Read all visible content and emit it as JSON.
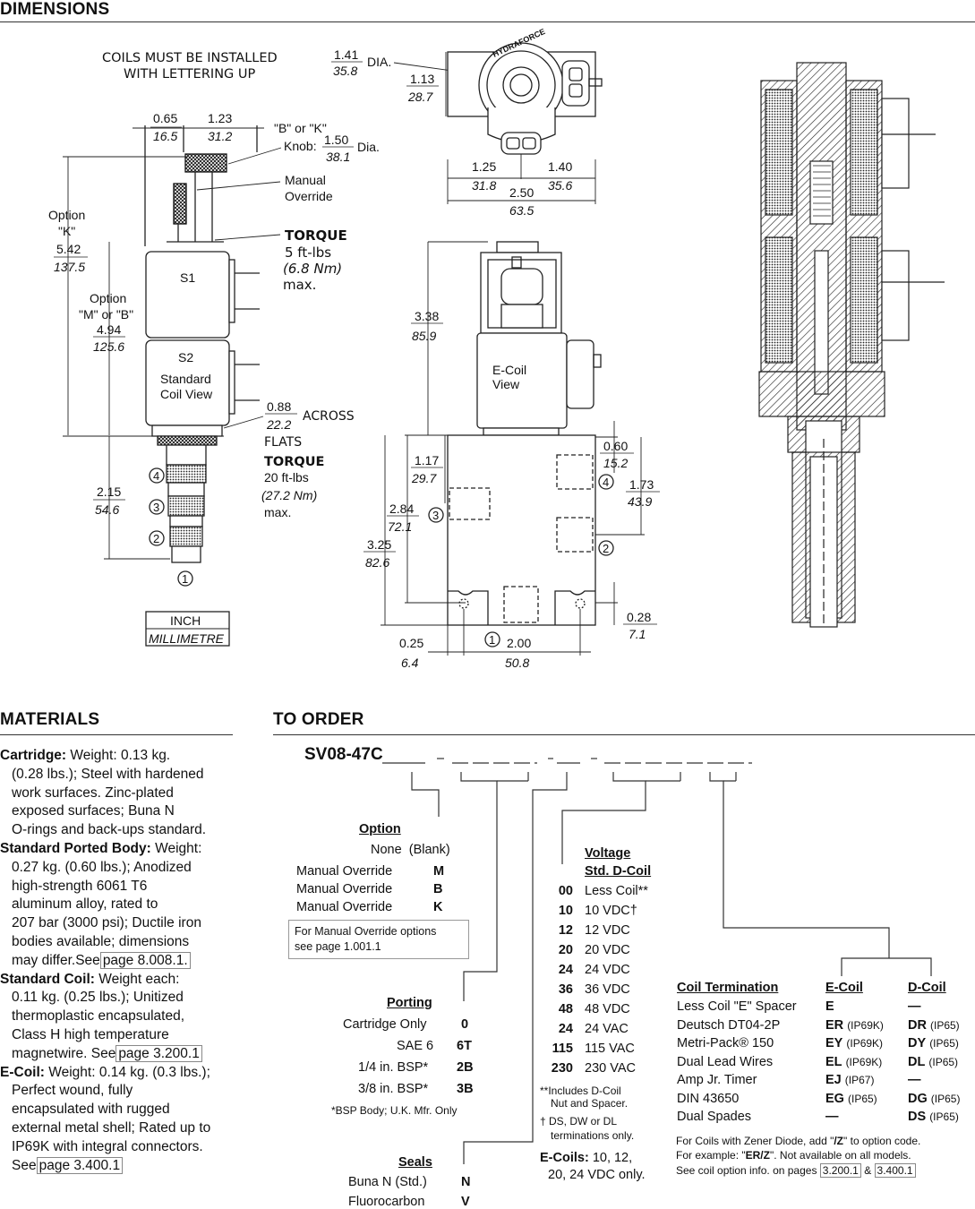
{
  "headers": {
    "dimensions": "DIMENSIONS",
    "materials": "MATERIALS",
    "to_order": "TO ORDER"
  },
  "drawing": {
    "coil_note_1": "COILS MUST BE INSTALLED",
    "coil_note_2": "WITH LETTERING UP",
    "d065_in": "0.65",
    "d065_mm": "16.5",
    "d123_in": "1.23",
    "d123_mm": "31.2",
    "knob_label_1": "\"B\" or \"K\"",
    "knob_label_2": "Knob:",
    "knob_in": "1.50",
    "knob_mm": "38.1",
    "knob_dia": "Dia.",
    "manual_override_1": "Manual",
    "manual_override_2": "Override",
    "option_k_1": "Option",
    "option_k_2": "\"K\"",
    "option_k_in": "5.42",
    "option_k_mm": "137.5",
    "torque1_title": "TORQUE",
    "torque1_val": "5 ft-lbs",
    "torque1_nm": "(6.8 Nm)",
    "torque1_max": "max.",
    "option_mb_1": "Option",
    "option_mb_2": "\"M\" or \"B\"",
    "option_mb_in": "4.94",
    "option_mb_mm": "125.6",
    "s1": "S1",
    "s2": "S2",
    "std_coil_1": "Standard",
    "std_coil_2": "Coil View",
    "flats_in": "0.88",
    "flats_mm": "22.2",
    "flats_across": "ACROSS",
    "flats_word": "FLATS",
    "torque2_title": "TORQUE",
    "torque2_val": "20 ft-lbs",
    "torque2_nm": "(27.2 Nm)",
    "torque2_max": "max.",
    "d215_in": "2.15",
    "d215_mm": "54.6",
    "port1": "1",
    "port2": "2",
    "port3": "3",
    "port4": "4",
    "unit_inch": "INCH",
    "unit_mm": "MILLIMETRE",
    "top_dia_in": "1.41",
    "top_dia_mm": "35.8",
    "top_dia_word": "DIA.",
    "top_113_in": "1.13",
    "top_113_mm": "28.7",
    "top_125_in": "1.25",
    "top_125_mm": "31.8",
    "top_140_in": "1.40",
    "top_140_mm": "35.6",
    "top_250_in": "2.50",
    "top_250_mm": "63.5",
    "brand_text": "HYDRAFORCE",
    "d338_in": "3.38",
    "d338_mm": "85.9",
    "ecoil_1": "E-Coil",
    "ecoil_2": "View",
    "d117_in": "1.17",
    "d117_mm": "29.7",
    "d284_in": "2.84",
    "d284_mm": "72.1",
    "d325_in": "3.25",
    "d325_mm": "82.6",
    "d060_in": "0.60",
    "d060_mm": "15.2",
    "d173_in": "1.73",
    "d173_mm": "43.9",
    "d028_in": "0.28",
    "d028_mm": "7.1",
    "d025_in": "0.25",
    "d025_mm": "6.4",
    "d200_in": "2.00",
    "d200_mm": "50.8"
  },
  "materials": {
    "cartridge_label": "Cartridge:",
    "cartridge_lines": [
      "Weight: 0.13 kg.",
      "(0.28 lbs.); Steel with hardened",
      "work surfaces. Zinc-plated",
      "exposed surfaces; Buna N",
      "O-rings and back-ups standard."
    ],
    "body_label": "Standard Ported Body:",
    "body_lines": [
      "Weight:",
      "0.27 kg. (0.60 lbs.); Anodized",
      "high-strength 6061 T6",
      "aluminum alloy, rated to",
      "207 bar (3000 psi); Ductile iron",
      "bodies available; dimensions",
      "may differ.See"
    ],
    "body_ref": "page 8.008.1.",
    "coil_label": "Standard Coil:",
    "coil_lines": [
      "Weight each:",
      "0.11 kg. (0.25 lbs.); Unitized",
      "thermoplastic encapsulated,",
      "Class H high temperature",
      "magnetwire. See"
    ],
    "coil_ref": "page 3.200.1",
    "ecoil_label": "E-Coil:",
    "ecoil_lines": [
      "Weight: 0.14 kg. (0.3 lbs.);",
      "Perfect wound, fully",
      "encapsulated with rugged",
      "external metal shell; Rated up to",
      "IP69K with integral connectors.",
      "See"
    ],
    "ecoil_ref": "page 3.400.1"
  },
  "order": {
    "model": "SV08-47C",
    "option_title": "Option",
    "options": [
      {
        "label": "None",
        "code": "(Blank)"
      },
      {
        "label": "Manual Override",
        "code": "M"
      },
      {
        "label": "Manual Override",
        "code": "B"
      },
      {
        "label": "Manual Override",
        "code": "K"
      }
    ],
    "option_note_1": "For Manual Override options",
    "option_note_2": "see page 1.001.1",
    "porting_title": "Porting",
    "porting": [
      {
        "label": "Cartridge Only",
        "code": "0"
      },
      {
        "label": "SAE 6",
        "code": "6T"
      },
      {
        "label": "1/4 in. BSP*",
        "code": "2B"
      },
      {
        "label": "3/8 in. BSP*",
        "code": "3B"
      }
    ],
    "porting_note": "*BSP Body; U.K. Mfr. Only",
    "seals_title": "Seals",
    "seals": [
      {
        "label": "Buna N (Std.)",
        "code": "N"
      },
      {
        "label": "Fluorocarbon",
        "code": "V"
      }
    ],
    "voltage_title_1": "Voltage",
    "voltage_title_2": "Std. D-Coil",
    "voltages": [
      {
        "code": "00",
        "label": "Less Coil**"
      },
      {
        "code": "10",
        "label": "10 VDC†"
      },
      {
        "code": "12",
        "label": "12 VDC"
      },
      {
        "code": "20",
        "label": "20 VDC"
      },
      {
        "code": "24",
        "label": "24 VDC"
      },
      {
        "code": "36",
        "label": "36 VDC"
      },
      {
        "code": "48",
        "label": "48 VDC"
      },
      {
        "code": "24",
        "label": "24 VAC"
      },
      {
        "code": "115",
        "label": "115 VAC"
      },
      {
        "code": "230",
        "label": "230 VAC"
      }
    ],
    "voltage_note_1a": "**Includes D-Coil",
    "voltage_note_1b": "Nut and Spacer.",
    "voltage_note_2a": "† DS, DW or DL",
    "voltage_note_2b": "terminations only.",
    "ecoils_label": "E-Coils:",
    "ecoils_val_1": "10, 12,",
    "ecoils_val_2": "20, 24 VDC only.",
    "term_title": "Coil Termination",
    "ecoil_col": "E-Coil",
    "dcoil_col": "D-Coil",
    "terminations": [
      {
        "label": "Less Coil \"E\" Spacer",
        "e": "E",
        "e_ip": "",
        "d": "—",
        "d_ip": ""
      },
      {
        "label": "Deutsch DT04-2P",
        "e": "ER",
        "e_ip": "(IP69K)",
        "d": "DR",
        "d_ip": "(IP65)"
      },
      {
        "label": "Metri-Pack® 150",
        "e": "EY",
        "e_ip": "(IP69K)",
        "d": "DY",
        "d_ip": "(IP65)"
      },
      {
        "label": "Dual Lead Wires",
        "e": "EL",
        "e_ip": "(IP69K)",
        "d": "DL",
        "d_ip": "(IP65)"
      },
      {
        "label": "Amp Jr. Timer",
        "e": "EJ",
        "e_ip": "(IP67)",
        "d": "—",
        "d_ip": ""
      },
      {
        "label": "DIN 43650",
        "e": "EG",
        "e_ip": "(IP65)",
        "d": "DG",
        "d_ip": "(IP65)"
      },
      {
        "label": "Dual Spades",
        "e": "—",
        "e_ip": "",
        "d": "DS",
        "d_ip": "(IP65)"
      }
    ],
    "zener_1a": "For Coils with Zener Diode, add \"",
    "zener_1b": "/Z",
    "zener_1c": "\" to option code.",
    "zener_2a": "For example: \"",
    "zener_2b": "ER/Z",
    "zener_2c": "\". Not available on all models.",
    "zener_3a": "See coil option info. on pages",
    "zener_3_ref1": "3.200.1",
    "zener_3_amp": "&",
    "zener_3_ref2": "3.400.1"
  }
}
